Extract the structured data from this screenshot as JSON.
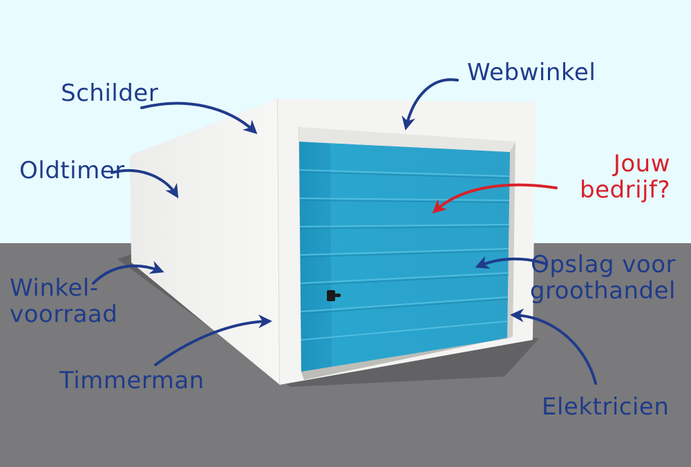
{
  "colors": {
    "sky": "#e8fbff",
    "ground": "#7a7a7c",
    "label_blue": "#1f3b8a",
    "label_red": "#d8202a",
    "door_blue": "#2aa3cc",
    "wall_white": "#f4f4f2"
  },
  "labels": {
    "schilder": "Schilder",
    "webwinkel": "Webwinkel",
    "oldtimer": "Oldtimer",
    "jouw_line1": "Jouw",
    "jouw_line2": "bedrijf?",
    "winkel_line1": "Winkel-",
    "winkel_line2": "voorraad",
    "opslag_line1": "Opslag voor",
    "opslag_line2": "groothandel",
    "timmerman": "Timmerman",
    "elektricien": "Elektricien"
  },
  "icons": {
    "door_handle": "door-handle-icon"
  }
}
